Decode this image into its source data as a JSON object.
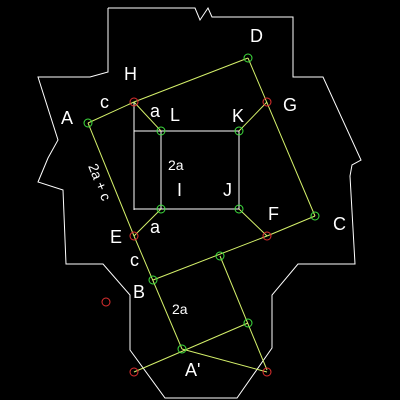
{
  "labels": {
    "D": "D",
    "H": "H",
    "G": "G",
    "A": "A",
    "c_top": "c",
    "a_top": "a",
    "L": "L",
    "K": "K",
    "two_a_inner": "2a",
    "I": "I",
    "J": "J",
    "side_2a_plus_c": "2a + c",
    "F": "F",
    "C": "C",
    "E": "E",
    "a_bottom": "a",
    "c_bottom": "c",
    "B": "B",
    "two_a_bottom": "2a",
    "A_prime": "A'"
  },
  "colors": {
    "background": "#000000",
    "outline": "#ffffff",
    "construction_line": "#d4f06a",
    "point_green": "#3fe03f",
    "point_red": "#e03030",
    "text": "#ffffff"
  }
}
